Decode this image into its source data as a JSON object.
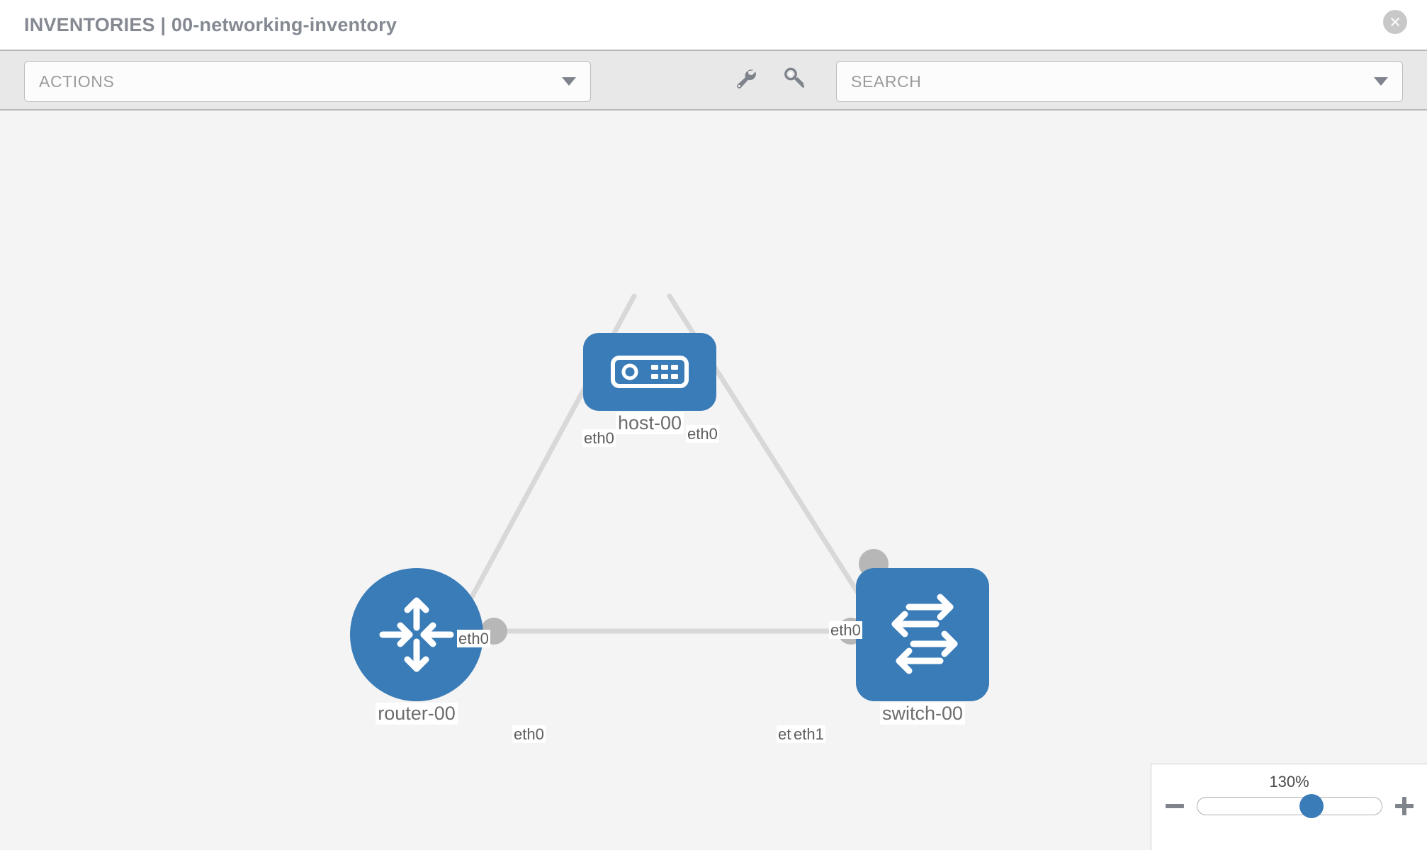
{
  "header": {
    "title": "INVENTORIES | 00-networking-inventory",
    "close_icon": "close-circle-icon"
  },
  "toolbar": {
    "actions_label": "ACTIONS",
    "actions_caret": "chevron-down-icon",
    "wrench_icon": "wrench-icon",
    "key_icon": "key-icon",
    "search_placeholder": "SEARCH",
    "search_caret": "chevron-down-icon"
  },
  "colors": {
    "node_blue": "#3a7cb8",
    "canvas_bg": "#f4f4f4",
    "toolbar_bg": "#e8e8e8",
    "link_gray": "#d8d8d8",
    "dot_gray": "#b7b7b7",
    "title_gray": "#848992"
  },
  "topology": {
    "nodes": [
      {
        "id": "host-00",
        "label": "host-00",
        "icon": "server-icon",
        "shape": "rounded-rect"
      },
      {
        "id": "router-00",
        "label": "router-00",
        "icon": "router-icon",
        "shape": "circle"
      },
      {
        "id": "switch-00",
        "label": "switch-00",
        "icon": "switch-icon",
        "shape": "rounded-square"
      }
    ],
    "links": [
      {
        "from": "host-00",
        "to": "router-00",
        "from_iface": "eth0",
        "to_iface": "eth0"
      },
      {
        "from": "host-00",
        "to": "switch-00",
        "from_iface": "eth0",
        "to_iface": "eth0"
      },
      {
        "from": "router-00",
        "to": "switch-00",
        "from_iface": "eth0",
        "to_iface": "eth1"
      }
    ],
    "iface_labels": {
      "host_left": "eth0",
      "host_right": "eth0",
      "router_up": "eth0",
      "switch_up": "eth0",
      "router_right": "eth0",
      "switch_left_under": "eth0",
      "switch_left_over": "eth1"
    }
  },
  "zoom_control": {
    "value_label": "130%",
    "minus_label": "minus-button",
    "plus_label": "plus-button",
    "slider_position_pct": 62
  }
}
